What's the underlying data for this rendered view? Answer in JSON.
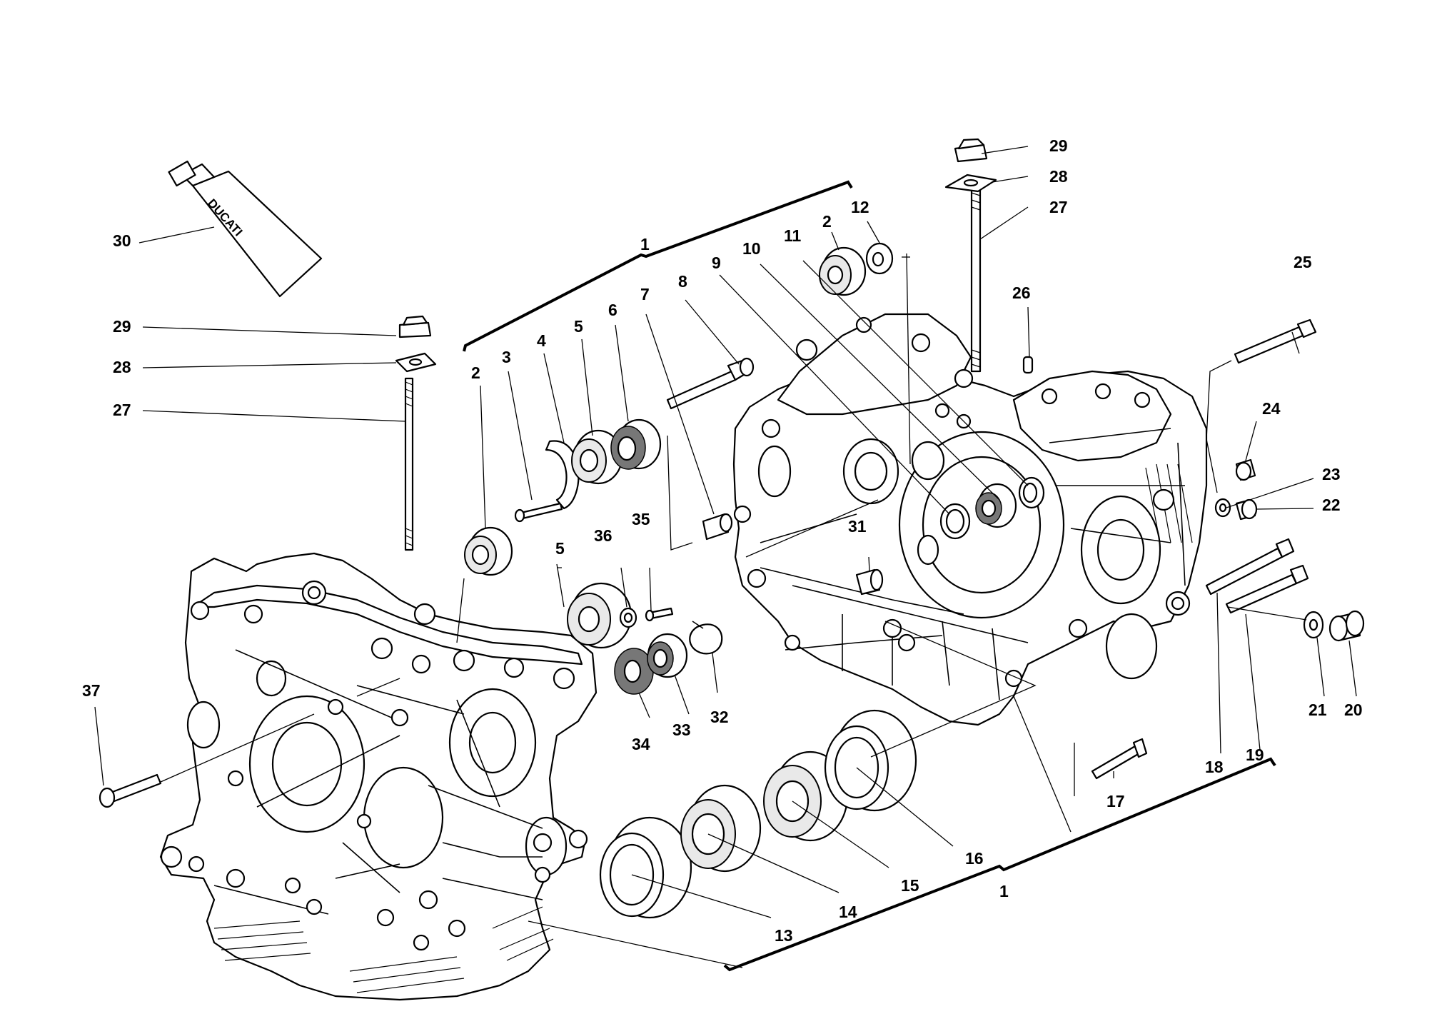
{
  "labels": {
    "l1a": "1",
    "l1b": "1",
    "l2a": "2",
    "l2b": "2",
    "l3": "3",
    "l4": "4",
    "l5a": "5",
    "l5b": "5",
    "l6": "6",
    "l7": "7",
    "l8": "8",
    "l9": "9",
    "l10": "10",
    "l11": "11",
    "l12": "12",
    "l13": "13",
    "l14": "14",
    "l15": "15",
    "l16": "16",
    "l17": "17",
    "l18": "18",
    "l19": "19",
    "l20": "20",
    "l21": "21",
    "l22": "22",
    "l23": "23",
    "l24": "24",
    "l25": "25",
    "l26": "26",
    "l27a": "27",
    "l27b": "27",
    "l28a": "28",
    "l28b": "28",
    "l29a": "29",
    "l29b": "29",
    "l30": "30",
    "l31": "31",
    "l32": "32",
    "l33": "33",
    "l34": "34",
    "l35": "35",
    "l36": "36",
    "l37": "37"
  },
  "tube_text": "DUCATI"
}
